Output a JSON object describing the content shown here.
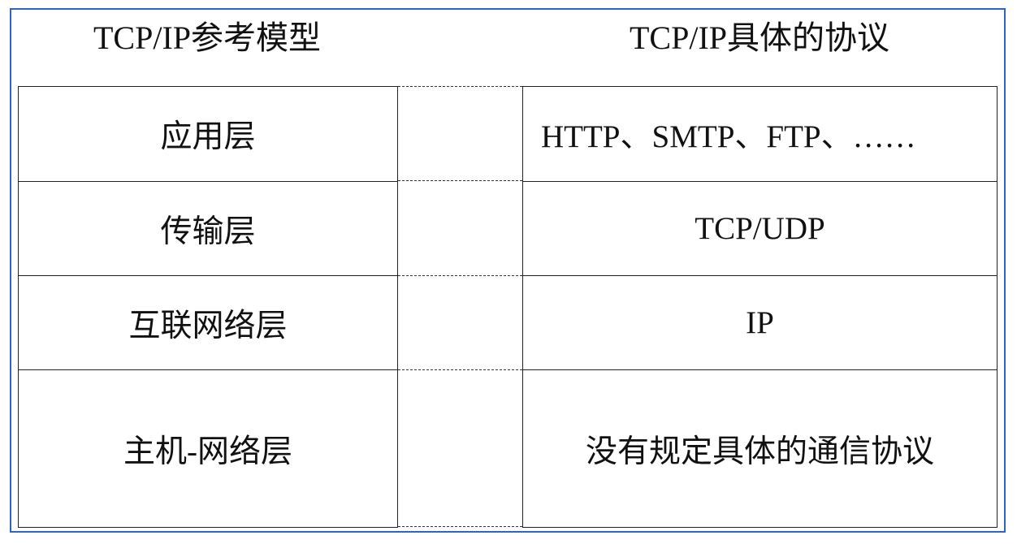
{
  "headers": {
    "model": "TCP/IP参考模型",
    "protocols": "TCP/IP具体的协议"
  },
  "layers": [
    {
      "name": "应用层",
      "protocol": "HTTP、SMTP、FTP、……"
    },
    {
      "name": "传输层",
      "protocol": "TCP/UDP"
    },
    {
      "name": "互联网络层",
      "protocol": "IP"
    },
    {
      "name": "主机-网络层",
      "protocol": "没有规定具体的通信协议"
    }
  ],
  "colors": {
    "frame_border": "#2e63c8",
    "line": "#222222",
    "text": "#111111"
  }
}
